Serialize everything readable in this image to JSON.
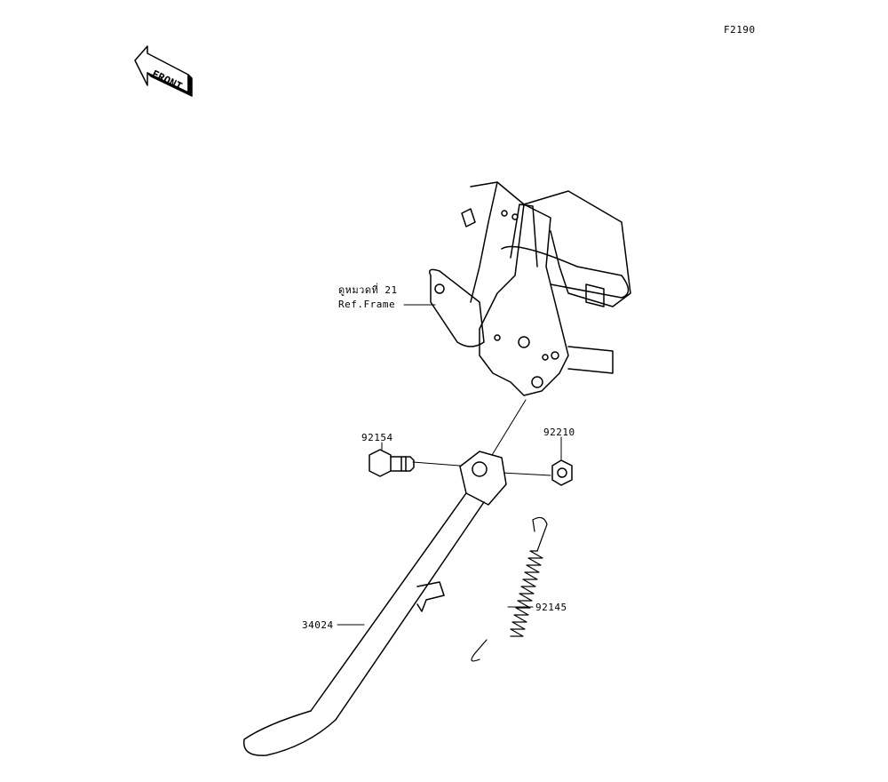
{
  "diagram_id": "F2190",
  "front_marker": "FRONT",
  "ref": {
    "thai": "ดูหมวดที่ 21",
    "english": "Ref.Frame"
  },
  "parts": [
    {
      "number": "92154",
      "name": "bolt"
    },
    {
      "number": "92210",
      "name": "nut"
    },
    {
      "number": "92145",
      "name": "spring"
    },
    {
      "number": "34024",
      "name": "side-stand"
    }
  ]
}
